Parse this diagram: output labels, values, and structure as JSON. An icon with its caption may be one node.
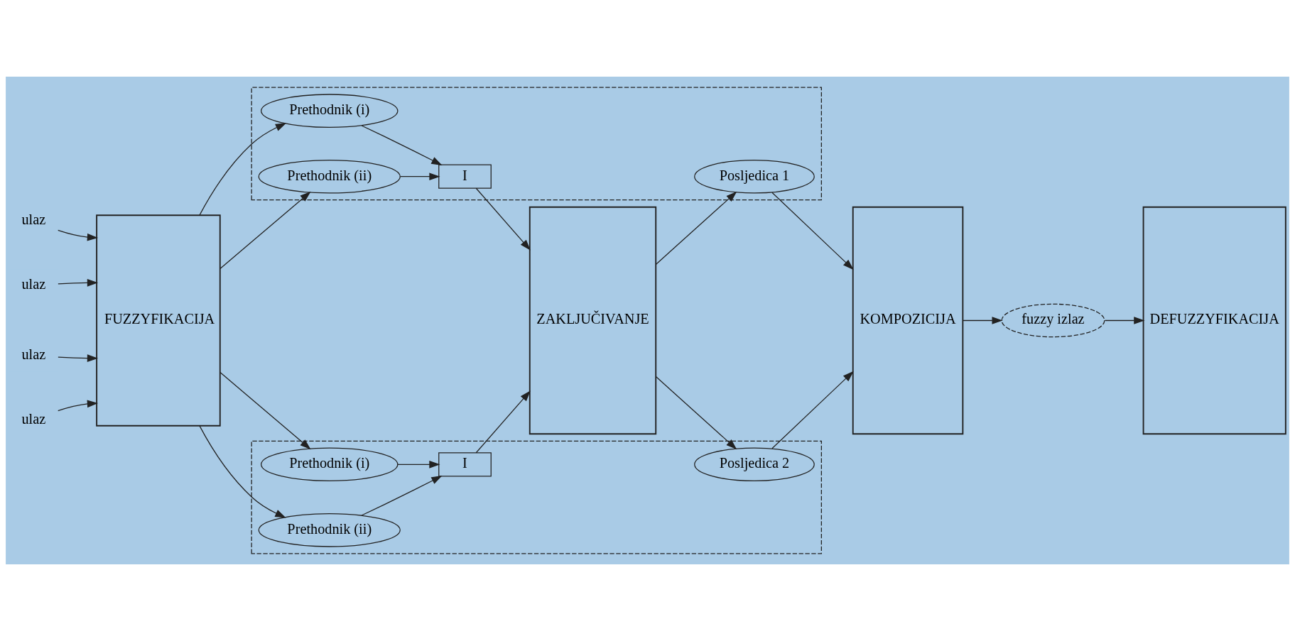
{
  "diagram": {
    "nodes": [
      {
        "text": [
          "ulaz"
        ]
      },
      {
        "text": [
          "ulaz"
        ]
      },
      {
        "text": [
          "ulaz"
        ]
      },
      {
        "text": [
          "ulaz"
        ]
      },
      {
        "text": [
          "FUZZYFIKACIJA"
        ]
      },
      {
        "text": [],
        "shape": "box"
      },
      {
        "text": [
          "Prethodnik (i)"
        ],
        "in": 5
      },
      {
        "text": [
          "I"
        ],
        "in": 5
      },
      {
        "text": [
          "Prethodnik (ii)"
        ],
        "in": 5
      },
      {
        "text": [
          "Posljedica 1"
        ],
        "in": 5
      },
      {
        "text": [],
        "shape": "box"
      },
      {
        "text": [
          "Prethodnik (i)"
        ],
        "in": 10
      },
      {
        "text": [
          "I"
        ],
        "in": 10
      },
      {
        "text": [
          "Prethodnik (ii)"
        ],
        "in": 10
      },
      {
        "text": [
          "Posljedica 2"
        ],
        "in": 10
      },
      {
        "text": [
          "ZAKLJUČIVANJE"
        ]
      },
      {
        "text": [
          "KOMPOZICIJA"
        ]
      },
      {
        "text": [
          "fuzzy izlaz"
        ]
      },
      {
        "text": [
          "DEFUZZYFIKACIJA"
        ]
      }
    ],
    "edges": [
      {
        "from": 0,
        "to": 4,
        "arrow": "to"
      },
      {
        "from": 1,
        "to": 4,
        "arrow": "to"
      },
      {
        "from": 2,
        "to": 4,
        "arrow": "to"
      },
      {
        "from": 3,
        "to": 4,
        "arrow": "to"
      },
      {
        "from": 4,
        "to": 6,
        "arrow": "to"
      },
      {
        "from": 4,
        "to": 8,
        "arrow": "to"
      },
      {
        "from": 6,
        "to": 7,
        "arrow": "to"
      },
      {
        "from": 8,
        "to": 7,
        "arrow": "to"
      },
      {
        "from": 7,
        "to": 15,
        "arrow": "to"
      },
      {
        "from": 15,
        "to": 9,
        "arrow": "to"
      },
      {
        "from": 9,
        "to": 16,
        "arrow": "to"
      },
      {
        "from": 4,
        "to": 11,
        "arrow": "to"
      },
      {
        "from": 4,
        "to": 13,
        "arrow": "to"
      },
      {
        "from": 11,
        "to": 12,
        "arrow": "to"
      },
      {
        "from": 13,
        "to": 12,
        "arrow": "to"
      },
      {
        "from": 12,
        "to": 15,
        "arrow": "to"
      },
      {
        "from": 15,
        "to": 14,
        "arrow": "to"
      },
      {
        "from": 14,
        "to": 16,
        "arrow": "to"
      },
      {
        "from": 16,
        "to": 17,
        "arrow": "to"
      },
      {
        "from": 17,
        "to": 18,
        "arrow": "to"
      }
    ]
  }
}
